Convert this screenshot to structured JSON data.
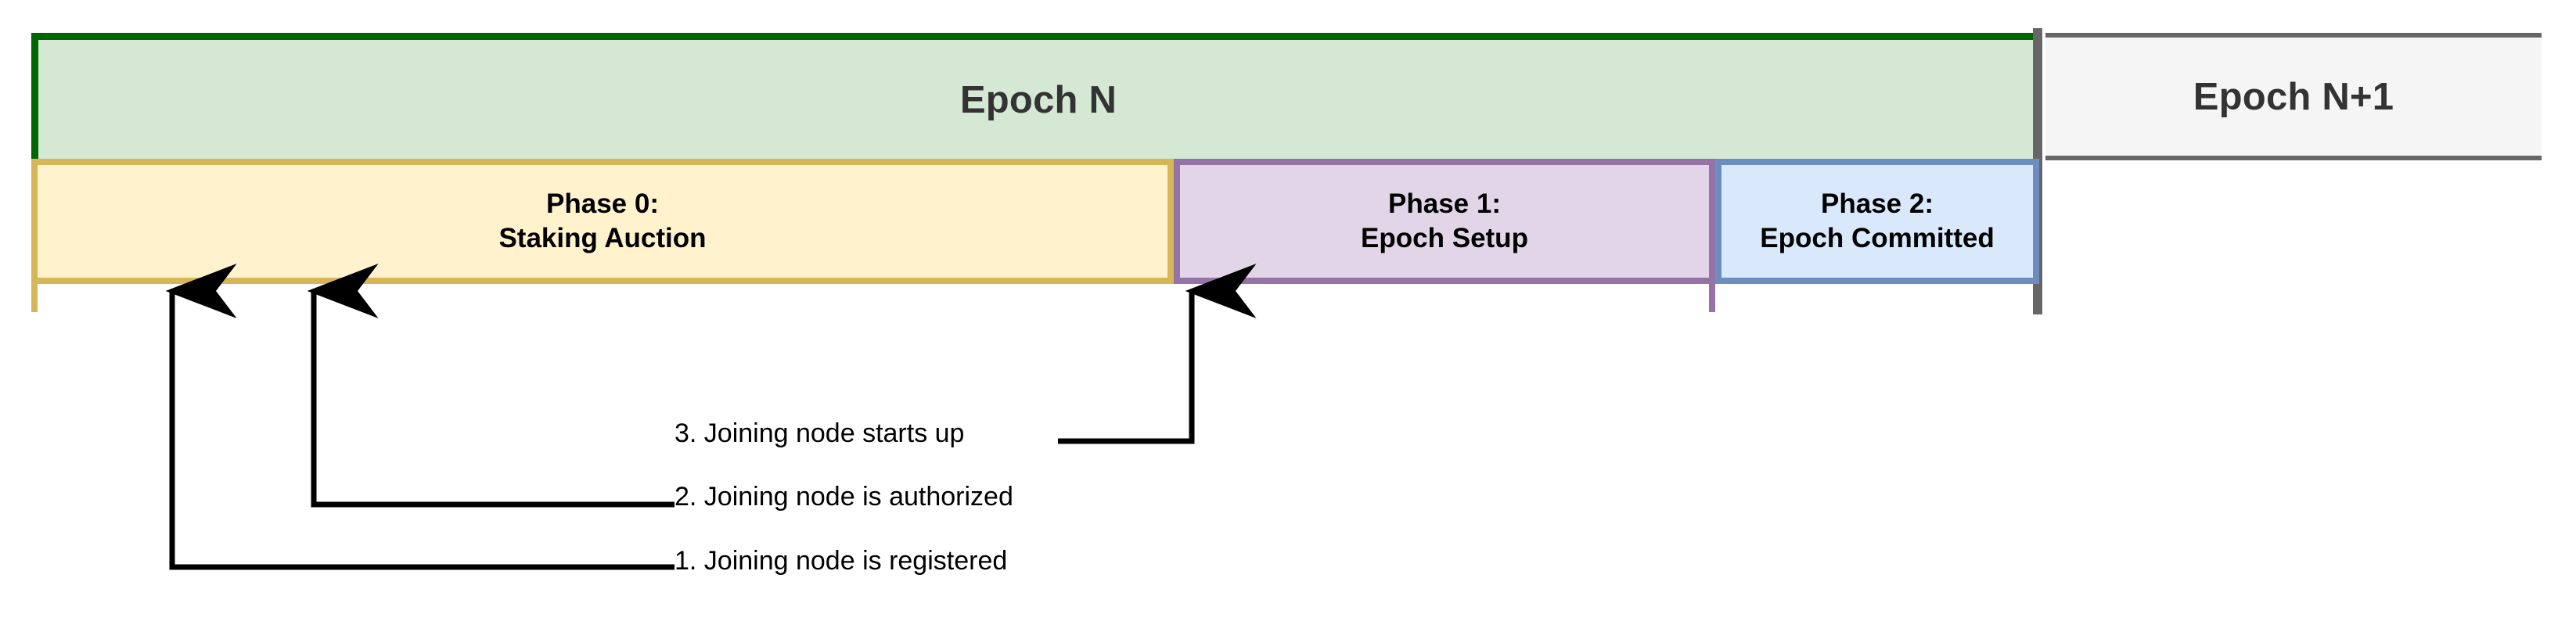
{
  "diagram": {
    "title": "Epoch phase timeline with joining-node callouts",
    "epochs": [
      {
        "id": "epoch-n",
        "label": "Epoch N",
        "fill": "#D5E8D4",
        "stroke": "#006600"
      },
      {
        "id": "epoch-n1",
        "label": "Epoch N+1",
        "fill": "#F5F5F5",
        "stroke": "#666666"
      }
    ],
    "phases": [
      {
        "id": "phase-0",
        "line1": "Phase 0:",
        "line2": "Staking Auction",
        "fill": "#FFF2CC",
        "stroke": "#D6B656"
      },
      {
        "id": "phase-1",
        "line1": "Phase 1:",
        "line2": "Epoch Setup",
        "fill": "#E1D5E7",
        "stroke": "#9673A6"
      },
      {
        "id": "phase-2",
        "line1": "Phase 2:",
        "line2": "Epoch Committed",
        "fill": "#DAE8FC",
        "stroke": "#6C8EBF"
      }
    ],
    "callouts": [
      {
        "id": "callout-3",
        "label": "3. Joining node starts up"
      },
      {
        "id": "callout-2",
        "label": "2. Joining node is authorized"
      },
      {
        "id": "callout-1",
        "label": "1. Joining node is registered"
      }
    ],
    "colors": {
      "epoch_n_fill": "#D5E8D4",
      "epoch_n_stroke": "#006600",
      "epoch_n1_fill": "#F5F5F5",
      "epoch_n1_stroke": "#666666",
      "phase0_fill": "#FFF2CC",
      "phase0_stroke": "#D6B656",
      "phase1_fill": "#E1D5E7",
      "phase1_stroke": "#9673A6",
      "phase2_fill": "#DAE8FC",
      "phase2_stroke": "#6C8EBF",
      "callout_line": "#000000",
      "text_dark": "#333333",
      "text_black": "#000000"
    }
  }
}
